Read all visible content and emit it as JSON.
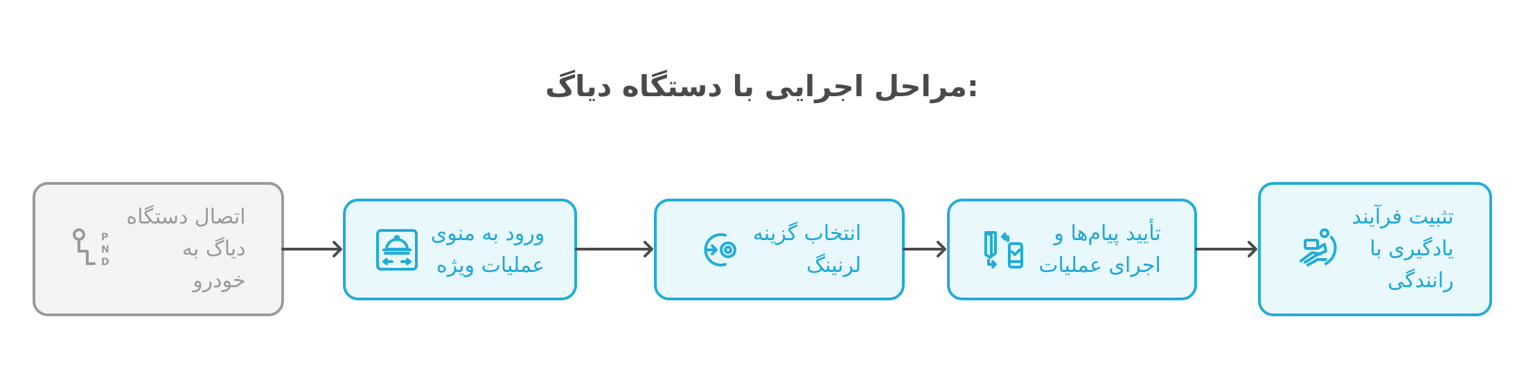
{
  "title": ":مراحل اجرایی با دستگاه دیاگ",
  "colors": {
    "active_border": "#22acd8",
    "active_fill": "#e8f8fd",
    "active_text": "#1ea7d6",
    "inactive_border": "#9a9a9a",
    "inactive_fill": "#f4f4f4",
    "inactive_text": "#9a9a9a",
    "connector": "#4a4a4a",
    "title": "#4a4a4a"
  },
  "steps": [
    {
      "label": "اتصال دستگاه\nدیاگ به\nخودرو",
      "icon": "gear-shifter-pnd-icon",
      "state": "inactive"
    },
    {
      "label": "ورود به منوی\nعملیات ویژه",
      "icon": "cloche-service-icon",
      "state": "active"
    },
    {
      "label": "انتخاب گزینه\nلرنینگ",
      "icon": "arrow-to-target-icon",
      "state": "active"
    },
    {
      "label": "تأیید پیام‌ها و\nاجرای عملیات",
      "icon": "door-phone-check-icon",
      "state": "active"
    },
    {
      "label": "تثبیت فرآیند\nیادگیری با\nرانندگی",
      "icon": "person-laptop-reclining-icon",
      "state": "active"
    }
  ]
}
